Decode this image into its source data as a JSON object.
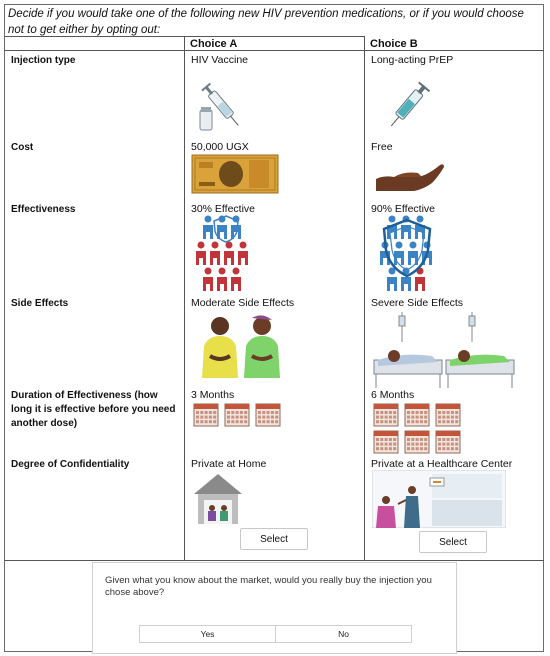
{
  "prompt": "Decide if you would take one of the following new HIV prevention medications, or if you would choose not to get either by opting out:",
  "columns": {
    "a": "Choice A",
    "b": "Choice B"
  },
  "rows": [
    {
      "label": "Injection type",
      "a": "HIV Vaccine",
      "b": "Long-acting PrEP"
    },
    {
      "label": "Cost",
      "a": "50,000 UGX",
      "b": "Free"
    },
    {
      "label": "Effectiveness",
      "a": "30% Effective",
      "b": "90% Effective"
    },
    {
      "label": "Side Effects",
      "a": "Moderate Side Effects",
      "b": "Severe Side Effects"
    },
    {
      "label": "Duration of Effectiveness (how long it is effective before you need another dose)",
      "a": "3 Months",
      "b": "6 Months"
    },
    {
      "label": "Degree of Confidentiality",
      "a": "Private at Home",
      "b": "Private at a Healthcare Center"
    }
  ],
  "effectiveness": {
    "a_percent": 30,
    "b_percent": 90
  },
  "duration": {
    "a_months": 3,
    "b_months": 6
  },
  "buttons": {
    "select_a": "Select",
    "select_b": "Select"
  },
  "followup": {
    "question": "Given what you know about the market, would you really buy the injection you chose above?",
    "yes": "Yes",
    "no": "No"
  },
  "colors": {
    "protected": "#3b83c4",
    "infected": "#c0343a",
    "banknote": "#d9a23a",
    "hand": "#6b3a22",
    "calendar": "#c2553a"
  }
}
